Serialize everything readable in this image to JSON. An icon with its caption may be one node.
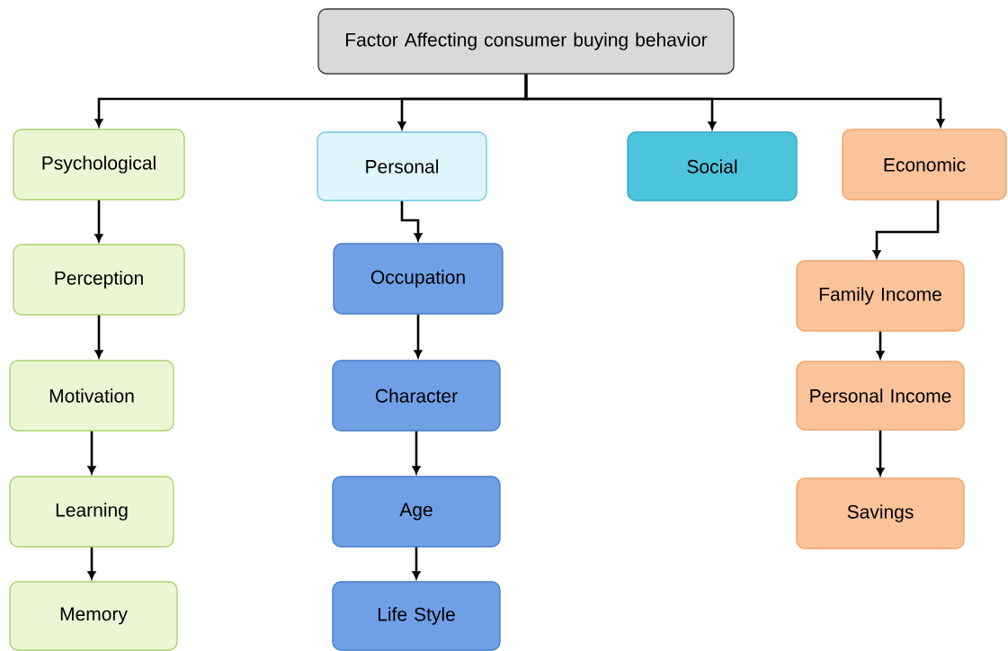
{
  "diagram": {
    "nodes": [
      {
        "text": [
          "Factor Affecting consumer buying behavior"
        ]
      },
      {
        "text": [
          "Psychological"
        ]
      },
      {
        "text": [
          "Personal"
        ]
      },
      {
        "text": [
          "Social"
        ]
      },
      {
        "text": [
          "Economic"
        ]
      },
      {
        "text": [
          "Perception"
        ]
      },
      {
        "text": [
          "Motivation"
        ]
      },
      {
        "text": [
          "Learning"
        ]
      },
      {
        "text": [
          "Memory"
        ]
      },
      {
        "text": [
          "Occupation"
        ]
      },
      {
        "text": [
          "Character"
        ]
      },
      {
        "text": [
          "Age"
        ]
      },
      {
        "text": [
          "Life Style"
        ]
      },
      {
        "text": [
          "Family Income"
        ]
      },
      {
        "text": [
          "Personal Income"
        ]
      },
      {
        "text": [
          "Savings"
        ]
      }
    ],
    "edges": [
      {
        "from": 0,
        "to": 1,
        "arrow": "to"
      },
      {
        "from": 0,
        "to": 2,
        "arrow": "to"
      },
      {
        "from": 0,
        "to": 3,
        "arrow": "to"
      },
      {
        "from": 0,
        "to": 4,
        "arrow": "to"
      },
      {
        "from": 1,
        "to": 5,
        "arrow": "to"
      },
      {
        "from": 5,
        "to": 6,
        "arrow": "to"
      },
      {
        "from": 6,
        "to": 7,
        "arrow": "to"
      },
      {
        "from": 7,
        "to": 8,
        "arrow": "to"
      },
      {
        "from": 2,
        "to": 9,
        "arrow": "to"
      },
      {
        "from": 9,
        "to": 10,
        "arrow": "to"
      },
      {
        "from": 10,
        "to": 11,
        "arrow": "to"
      },
      {
        "from": 11,
        "to": 12,
        "arrow": "to"
      },
      {
        "from": 4,
        "to": 13,
        "arrow": "to"
      },
      {
        "from": 13,
        "to": 14,
        "arrow": "to"
      },
      {
        "from": 14,
        "to": 15,
        "arrow": "to"
      }
    ]
  }
}
